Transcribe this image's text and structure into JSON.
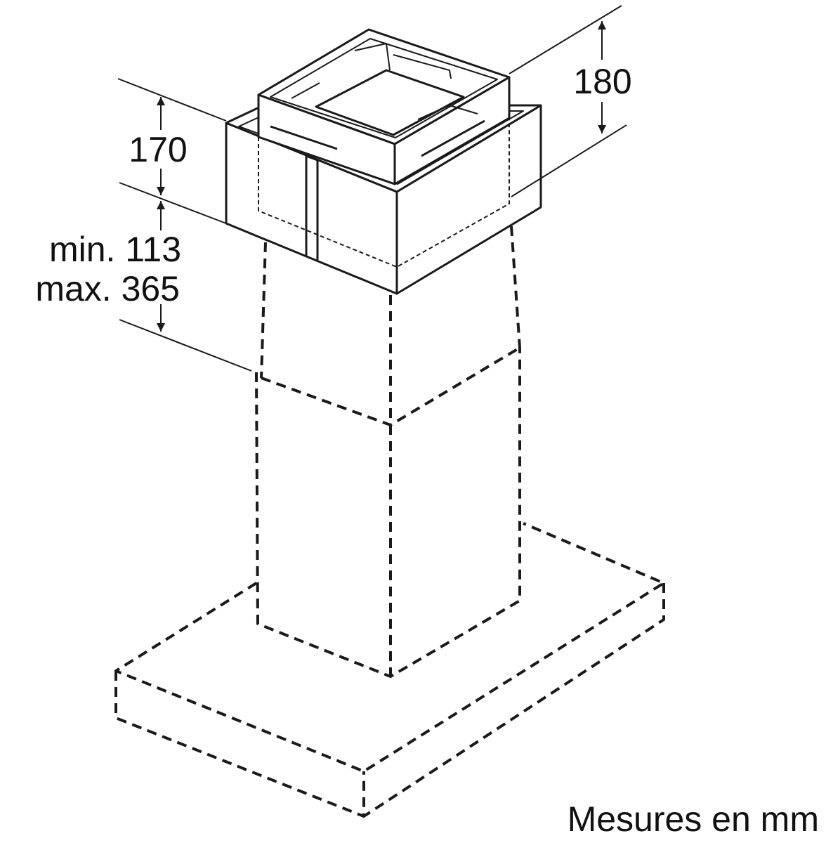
{
  "dimensions": {
    "top_height": "180",
    "module_height": "170",
    "extension_min": "min. 113",
    "extension_max": "max. 365"
  },
  "footer": {
    "units_note": "Mesures en mm"
  },
  "colors": {
    "stroke": "#1a1a1a",
    "text": "#111111"
  }
}
